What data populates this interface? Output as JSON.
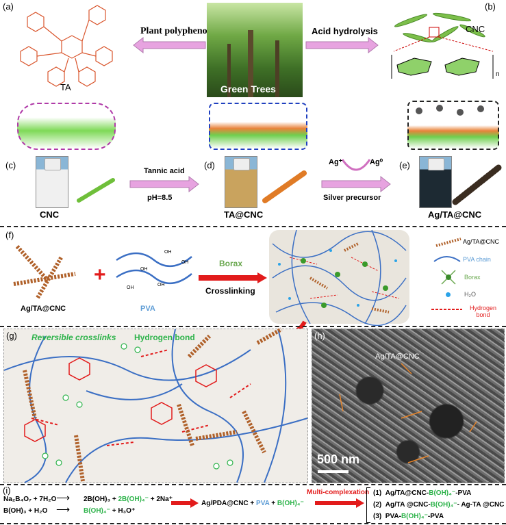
{
  "panels": {
    "a": "(a)",
    "b": "(b)",
    "c": "(c)",
    "d": "(d)",
    "e": "(e)",
    "f": "(f)",
    "g": "(g)",
    "h": "(h)",
    "i": "(i)"
  },
  "top": {
    "ta_label": "TA",
    "plant_polyphenol": "Plant polyphenol",
    "green_trees": "Green Trees",
    "acid_hydrolysis": "Acid hydrolysis",
    "cnc_label": "CNC",
    "n": "n"
  },
  "middle": {
    "cnc": "CNC",
    "ta_cnc": "TA@CNC",
    "ag_ta_cnc": "Ag/TA@CNC",
    "tannic_acid": "Tannic acid",
    "ph": "pH=8.5",
    "ag_plus": "Ag⁺",
    "ag_zero": "Ag⁰",
    "silver_precursor": "Silver precursor"
  },
  "f": {
    "ag_ta_cnc": "Ag/TA@CNC",
    "pva": "PVA",
    "borax": "Borax",
    "crosslinking": "Crosslinking",
    "legend": [
      {
        "label": "Ag/TA@CNC",
        "color": "#000000"
      },
      {
        "label": "PVA chain",
        "color": "#5b9bd5"
      },
      {
        "label": "Borax",
        "color": "#6aa84f"
      },
      {
        "label": "H₂O",
        "color": "#000000"
      },
      {
        "label": "Hydrogen bond",
        "color": "#e21b1b"
      }
    ]
  },
  "g": {
    "reversible": "Reversible crosslinks",
    "hbond": "Hydrogen bond"
  },
  "h": {
    "label": "Ag/TA@CNC",
    "scale": "500 nm"
  },
  "i": {
    "eq1_left": "Na₂B₄O₇ + 7H₂O",
    "eq1_right_a": "2B(OH)₃ + ",
    "eq1_right_b": "2B(OH)₄⁻",
    "eq1_right_c": " + 2Na⁺",
    "eq2_left": "B(OH)₃  + H₂O",
    "eq2_right_a": "B(OH)₄⁻",
    "eq2_right_b": " + H₃O⁺",
    "mix_a": "Ag/PDA@CNC + ",
    "mix_b": "PVA",
    "mix_c": " + ",
    "mix_d": "B(OH)₄⁻",
    "multi": "Multi-complexation",
    "results": [
      {
        "n": "(1)",
        "a": "Ag/TA@CNC-",
        "b": "B(OH)₄⁻",
        "c": "-PVA"
      },
      {
        "n": "(2)",
        "a": "Ag/TA @CNC-",
        "b": "B(OH)₄⁻",
        "c": "- Ag-TA @CNC"
      },
      {
        "n": "(3)",
        "a": "PVA-",
        "b": "B(OH)₄⁻",
        "c": "-PVA"
      }
    ]
  },
  "colors": {
    "arrow_pink": "#e7a3e0",
    "red": "#e21b1b",
    "green": "#2db34a",
    "blue": "#5b9bd5"
  }
}
